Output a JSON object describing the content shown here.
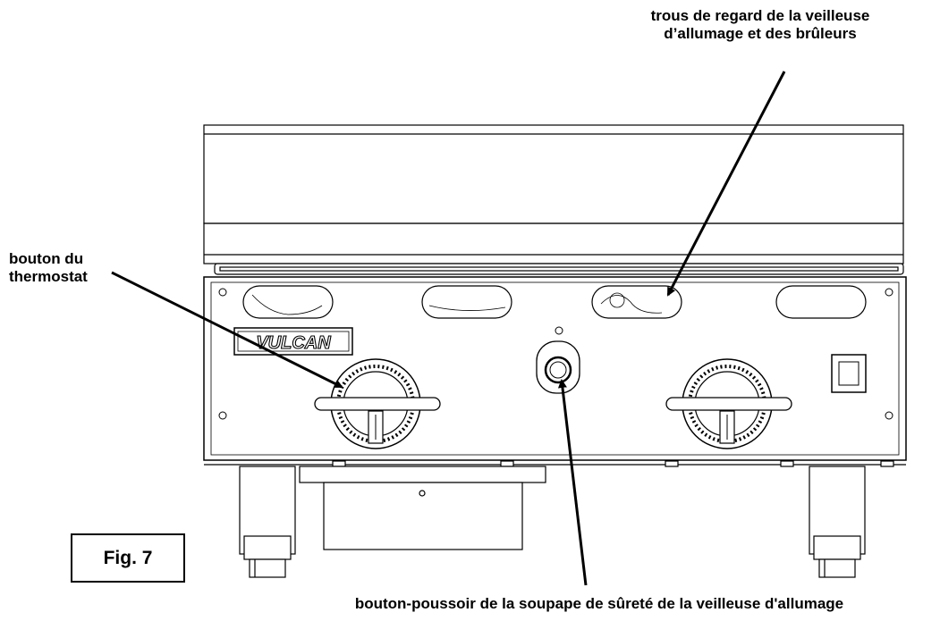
{
  "labels": {
    "top_line1": "trous de regard de la veilleuse",
    "top_line2": "d’allumage et des brûleurs",
    "left_line1": "bouton du",
    "left_line2": "thermostat",
    "bottom": "bouton-poussoir de la soupape de sûreté de la veilleuse d'allumage"
  },
  "brand": "VULCAN",
  "figure": "Fig. 7",
  "colors": {
    "stroke": "#000000",
    "background": "#ffffff",
    "fill_light": "#f2f2f2"
  }
}
